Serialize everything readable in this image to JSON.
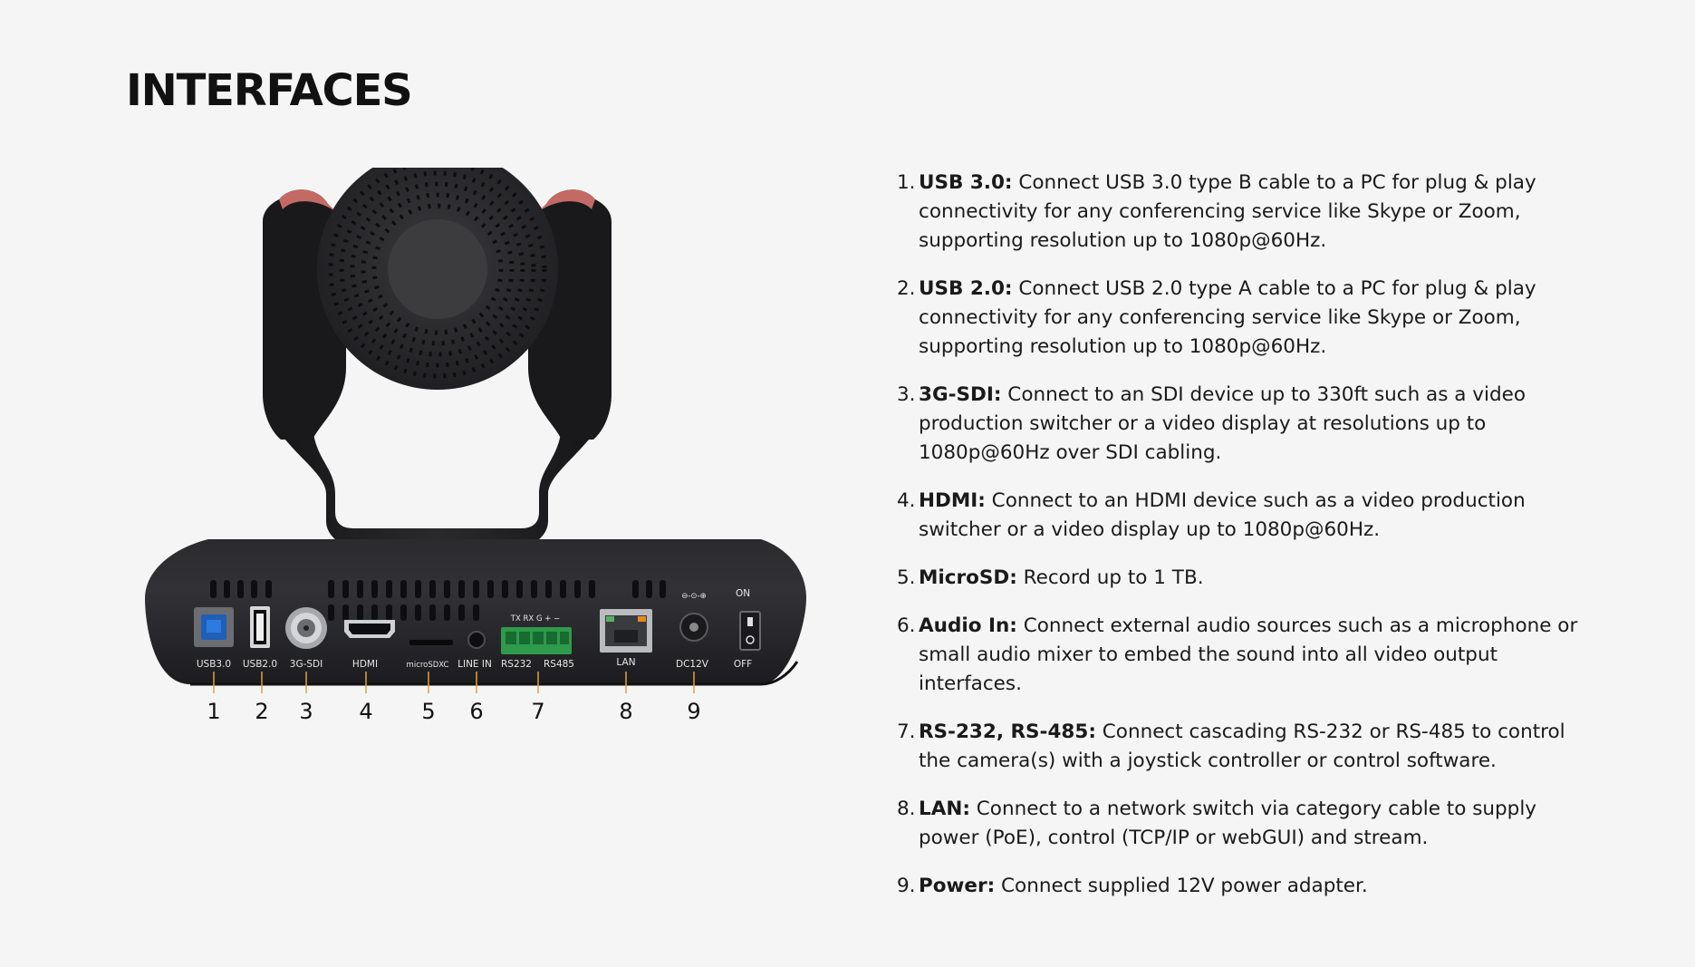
{
  "page": {
    "title": "INTERFACES"
  },
  "device_labels": {
    "usb30": "USB3.0",
    "usb20": "USB2.0",
    "sdi": "3G-SDI",
    "hdmi": "HDMI",
    "microsd": "microSDXC",
    "linein": "LINE IN",
    "rs232": "RS232",
    "rs485": "RS485",
    "lan": "LAN",
    "dc12v": "DC12V",
    "on": "ON",
    "off": "OFF",
    "terminal_pins": "TX RX  G   +   −"
  },
  "callouts": [
    "1",
    "2",
    "3",
    "4",
    "5",
    "6",
    "7",
    "8",
    "9"
  ],
  "interfaces": [
    {
      "num": "1.",
      "name": "USB 3.0:",
      "desc": " Connect USB 3.0 type B cable to a PC for plug & play connectivity for any conferencing service like Skype or Zoom, supporting resolution up to 1080p@60Hz."
    },
    {
      "num": "2.",
      "name": "USB 2.0:",
      "desc": " Connect USB 2.0 type A cable to a PC for plug & play connectivity for any conferencing service like Skype or Zoom, supporting resolution up to 1080p@60Hz."
    },
    {
      "num": "3.",
      "name": "3G-SDI:",
      "desc": " Connect to an SDI device up to 330ft such as a video production switcher or a video display at resolutions up to 1080p@60Hz over SDI cabling."
    },
    {
      "num": "4.",
      "name": "HDMI:",
      "desc": " Connect to an HDMI device such as a video production switcher or a video display up to 1080p@60Hz."
    },
    {
      "num": "5.",
      "name": "MicroSD:",
      "desc": " Record up to 1 TB."
    },
    {
      "num": "6.",
      "name": "Audio In:",
      "desc": " Connect external audio sources such as a microphone or small audio mixer to embed the sound into all video output interfaces."
    },
    {
      "num": "7.",
      "name": "RS-232, RS-485:",
      "desc": " Connect cascading RS-232 or RS-485 to control the camera(s) with a joystick controller or control software."
    },
    {
      "num": "8.",
      "name": "LAN:",
      "desc": " Connect to a network switch via category cable to supply power (PoE), control (TCP/IP or webGUI) and stream."
    },
    {
      "num": "9.",
      "name": "Power:",
      "desc": " Connect supplied 12V power adapter."
    }
  ]
}
